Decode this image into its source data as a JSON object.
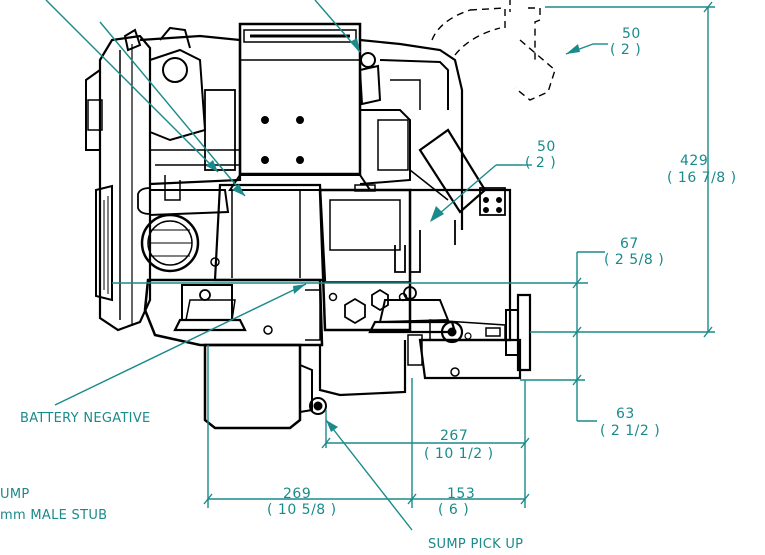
{
  "dimensions": {
    "d429": {
      "mm": "429",
      "inch": "( 16 7/8 )"
    },
    "d67": {
      "mm": "67",
      "inch": "( 2 5/8 )"
    },
    "d63": {
      "mm": "63",
      "inch": "( 2 1/2 )"
    },
    "d50a": {
      "mm": "50",
      "inch": "( 2 )"
    },
    "d50b": {
      "mm": "50",
      "inch": "( 2 )"
    },
    "d267": {
      "mm": "267",
      "inch": "( 10 1/2 )"
    },
    "d269": {
      "mm": "269",
      "inch": "( 10 5/8 )"
    },
    "d153": {
      "mm": "153",
      "inch": "( 6 )"
    }
  },
  "labels": {
    "battery_negative": "BATTERY NEGATIVE",
    "sump_pick_up": "SUMP PICK UP",
    "sump_line1": "UMP",
    "sump_line2": "mm MALE STUB"
  },
  "colors": {
    "annotation": "#1a8a8a",
    "linework": "#000000"
  }
}
